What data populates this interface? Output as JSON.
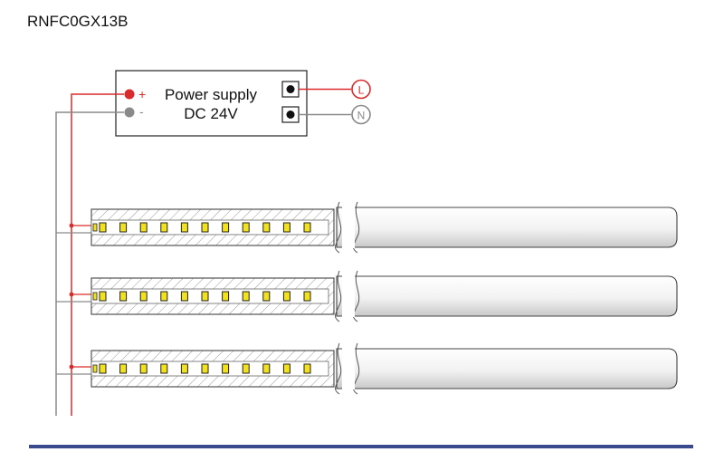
{
  "document": {
    "model_code": "RNFC0GX13B"
  },
  "power_supply": {
    "name": "Power supply",
    "voltage": "DC 24V",
    "positive_symbol": "+",
    "negative_symbol": "-",
    "positive_color": "#d92b2b",
    "negative_color": "#8a8a8a"
  },
  "terminals": {
    "line_label": "L",
    "neutral_label": "N",
    "line_color": "#d92b2b",
    "neutral_color": "#8a8a8a"
  },
  "strips": [
    {
      "id": "strip-1",
      "led_chips": 11
    },
    {
      "id": "strip-2",
      "led_chips": 11
    },
    {
      "id": "strip-3",
      "led_chips": 11
    }
  ]
}
